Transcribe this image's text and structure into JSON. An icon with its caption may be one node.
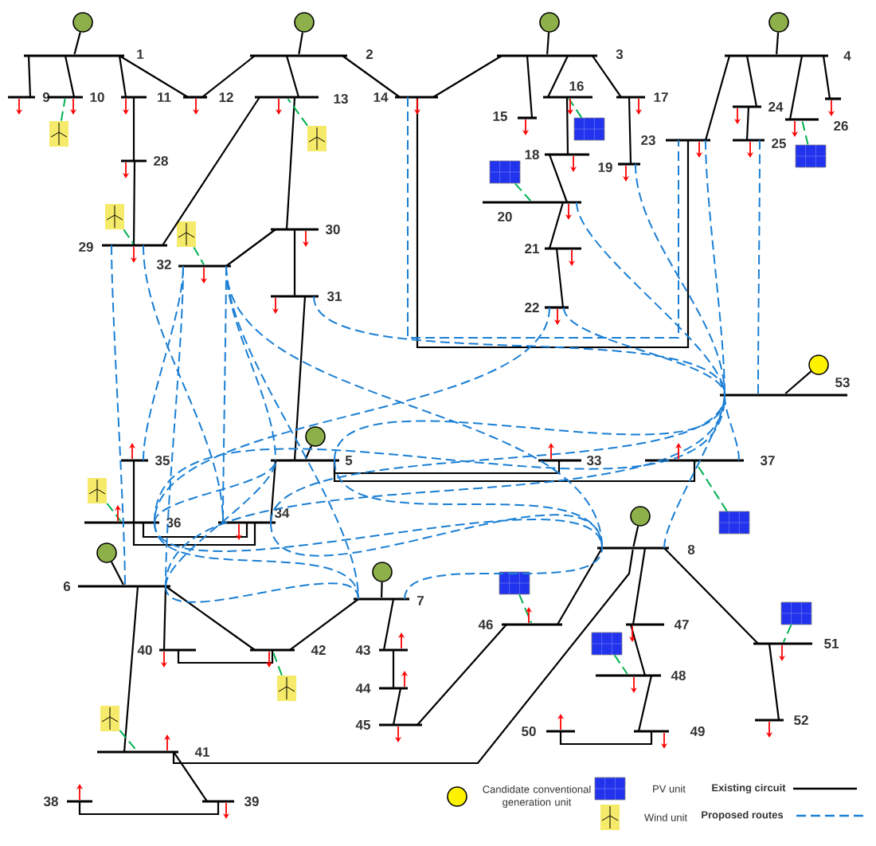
{
  "diagram": {
    "nodes": [
      {
        "text": [],
        "shape": "circle"
      },
      {
        "text": [],
        "shape": "circle"
      },
      {
        "text": [],
        "shape": "circle"
      },
      {
        "text": [],
        "shape": "circle"
      },
      {
        "text": [
          "1"
        ]
      },
      {
        "text": [
          "2"
        ]
      },
      {
        "text": [
          "3"
        ]
      },
      {
        "text": [
          "4"
        ]
      },
      {
        "text": [
          "9"
        ]
      },
      {
        "text": [
          "10"
        ]
      },
      {
        "text": [
          "11"
        ]
      },
      {
        "text": [
          "12"
        ]
      },
      {
        "text": [
          "13"
        ]
      },
      {
        "text": [
          "14"
        ]
      },
      {
        "text": [
          "16"
        ]
      },
      {
        "text": [
          "17"
        ]
      },
      {
        "text": [],
        "shape": "bar"
      },
      {
        "text": [
          "24"
        ]
      },
      {
        "text": [
          "15"
        ]
      },
      {
        "text": [
          "26"
        ]
      },
      {
        "text": [
          "23"
        ]
      },
      {
        "text": [
          "25"
        ]
      },
      {
        "text": [
          "18"
        ]
      },
      {
        "text": [
          "28"
        ]
      },
      {
        "text": [
          "19"
        ]
      },
      {
        "text": [
          "20"
        ]
      },
      {
        "text": [
          "30"
        ]
      },
      {
        "text": [
          "29"
        ]
      },
      {
        "text": [
          "21"
        ]
      },
      {
        "text": [
          "32"
        ]
      },
      {
        "text": [
          "31"
        ]
      },
      {
        "text": [
          "22"
        ]
      },
      {
        "text": [],
        "shape": "circle"
      },
      {
        "text": [
          "53"
        ]
      },
      {
        "text": [],
        "shape": "circle"
      },
      {
        "text": [
          "5"
        ]
      },
      {
        "text": [
          "35"
        ]
      },
      {
        "text": [
          "33"
        ]
      },
      {
        "text": [
          "37"
        ]
      },
      {
        "text": [
          "36"
        ]
      },
      {
        "text": [
          "34"
        ]
      },
      {
        "text": [],
        "shape": "circle"
      },
      {
        "text": [
          "8"
        ]
      },
      {
        "text": [],
        "shape": "circle"
      },
      {
        "text": [
          "6"
        ]
      },
      {
        "text": [],
        "shape": "circle"
      },
      {
        "text": [
          "7"
        ]
      },
      {
        "text": [
          "46"
        ]
      },
      {
        "text": [
          "47"
        ]
      },
      {
        "text": [
          "40"
        ]
      },
      {
        "text": [
          "42"
        ]
      },
      {
        "text": [
          "43"
        ]
      },
      {
        "text": [
          "51"
        ]
      },
      {
        "text": [
          "48"
        ]
      },
      {
        "text": [
          "44"
        ]
      },
      {
        "text": [
          "52"
        ]
      },
      {
        "text": [
          "45"
        ]
      },
      {
        "text": [
          "49"
        ]
      },
      {
        "text": [
          "50"
        ]
      },
      {
        "text": [
          "41"
        ]
      },
      {
        "text": [
          "38"
        ]
      },
      {
        "text": [
          "39"
        ]
      },
      {
        "text": [],
        "shape": "box"
      },
      {
        "text": [],
        "shape": "box"
      },
      {
        "text": [],
        "shape": "box"
      },
      {
        "text": [],
        "shape": "box"
      },
      {
        "text": [],
        "shape": "box"
      },
      {
        "text": [],
        "shape": "box"
      },
      {
        "text": [],
        "shape": "box"
      },
      {
        "text": [],
        "shape": "picture"
      },
      {
        "text": [],
        "shape": "picture"
      },
      {
        "text": [],
        "shape": "picture"
      },
      {
        "text": [],
        "shape": "picture"
      },
      {
        "text": [],
        "shape": "picture"
      },
      {
        "text": [],
        "shape": "picture"
      },
      {
        "text": [],
        "shape": "picture"
      }
    ],
    "edges": [
      {
        "from": 0,
        "to": 4,
        "arrow": "none"
      },
      {
        "from": 1,
        "to": 5,
        "arrow": "none"
      },
      {
        "from": 2,
        "to": 6,
        "arrow": "none"
      },
      {
        "from": 3,
        "to": 7,
        "arrow": "none"
      },
      {
        "from": 32,
        "to": 33,
        "arrow": "none"
      },
      {
        "from": 34,
        "to": 35,
        "arrow": "none"
      },
      {
        "from": 41,
        "to": 42,
        "arrow": "none"
      },
      {
        "from": 43,
        "to": 44,
        "arrow": "none"
      },
      {
        "from": 45,
        "to": 46,
        "arrow": "none"
      },
      {
        "from": 4,
        "to": 8,
        "arrow": "none"
      },
      {
        "from": 4,
        "to": 9,
        "arrow": "none"
      },
      {
        "from": 4,
        "to": 10,
        "arrow": "none"
      },
      {
        "from": 4,
        "to": 11,
        "arrow": "none"
      },
      {
        "from": 5,
        "to": 11,
        "arrow": "none"
      },
      {
        "from": 5,
        "to": 12,
        "arrow": "none"
      },
      {
        "from": 5,
        "to": 13,
        "arrow": "none"
      },
      {
        "from": 6,
        "to": 13,
        "arrow": "none"
      },
      {
        "from": 13,
        "to": 20,
        "arrow": "none"
      },
      {
        "from": 6,
        "to": 18,
        "arrow": "none"
      },
      {
        "from": 6,
        "to": 14,
        "arrow": "none"
      },
      {
        "from": 6,
        "to": 15,
        "arrow": "none"
      },
      {
        "from": 15,
        "to": 24,
        "arrow": "none"
      },
      {
        "from": 14,
        "to": 22,
        "arrow": "none"
      },
      {
        "from": 22,
        "to": 25,
        "arrow": "none"
      },
      {
        "from": 25,
        "to": 28,
        "arrow": "none"
      },
      {
        "from": 28,
        "to": 31,
        "arrow": "none"
      },
      {
        "from": 7,
        "to": 20,
        "arrow": "none"
      },
      {
        "from": 7,
        "to": 17,
        "arrow": "none"
      },
      {
        "from": 17,
        "to": 21,
        "arrow": "none"
      },
      {
        "from": 7,
        "to": 19,
        "arrow": "none"
      },
      {
        "from": 7,
        "to": 16,
        "arrow": "none"
      },
      {
        "from": 10,
        "to": 23,
        "arrow": "none"
      },
      {
        "from": 23,
        "to": 27,
        "arrow": "none"
      },
      {
        "from": 12,
        "to": 27,
        "arrow": "none"
      },
      {
        "from": 12,
        "to": 26,
        "arrow": "none"
      },
      {
        "from": 26,
        "to": 29,
        "arrow": "none"
      },
      {
        "from": 26,
        "to": 30,
        "arrow": "none"
      },
      {
        "from": 30,
        "to": 35,
        "arrow": "none"
      },
      {
        "from": 35,
        "to": 37,
        "arrow": "none"
      },
      {
        "from": 35,
        "to": 38,
        "arrow": "none"
      },
      {
        "from": 35,
        "to": 40,
        "arrow": "none"
      },
      {
        "from": 36,
        "to": 40,
        "arrow": "none"
      },
      {
        "from": 39,
        "to": 40,
        "arrow": "none"
      },
      {
        "from": 44,
        "to": 49,
        "arrow": "none"
      },
      {
        "from": 44,
        "to": 50,
        "arrow": "none"
      },
      {
        "from": 49,
        "to": 50,
        "arrow": "none"
      },
      {
        "from": 46,
        "to": 50,
        "arrow": "none"
      },
      {
        "from": 44,
        "to": 59,
        "arrow": "none"
      },
      {
        "from": 59,
        "to": 61,
        "arrow": "none"
      },
      {
        "from": 60,
        "to": 61,
        "arrow": "none"
      },
      {
        "from": 59,
        "to": 42,
        "arrow": "none"
      },
      {
        "from": 46,
        "to": 51,
        "arrow": "none"
      },
      {
        "from": 51,
        "to": 54,
        "arrow": "none"
      },
      {
        "from": 54,
        "to": 56,
        "arrow": "none"
      },
      {
        "from": 56,
        "to": 47,
        "arrow": "none"
      },
      {
        "from": 47,
        "to": 42,
        "arrow": "none"
      },
      {
        "from": 42,
        "to": 48,
        "arrow": "none"
      },
      {
        "from": 48,
        "to": 53,
        "arrow": "none"
      },
      {
        "from": 53,
        "to": 57,
        "arrow": "none"
      },
      {
        "from": 57,
        "to": 58,
        "arrow": "none"
      },
      {
        "from": 42,
        "to": 52,
        "arrow": "none"
      },
      {
        "from": 52,
        "to": 55,
        "arrow": "none"
      },
      {
        "from": 62,
        "to": 14,
        "arrow": "none",
        "style": "dashed",
        "color": "#00b050"
      },
      {
        "from": 63,
        "to": 25,
        "arrow": "none",
        "style": "dashed",
        "color": "#00b050"
      },
      {
        "from": 64,
        "to": 19,
        "arrow": "none",
        "style": "dashed",
        "color": "#00b050"
      },
      {
        "from": 65,
        "to": 38,
        "arrow": "none",
        "style": "dashed",
        "color": "#00b050"
      },
      {
        "from": 66,
        "to": 47,
        "arrow": "none",
        "style": "dashed",
        "color": "#00b050"
      },
      {
        "from": 67,
        "to": 53,
        "arrow": "none",
        "style": "dashed",
        "color": "#00b050"
      },
      {
        "from": 68,
        "to": 52,
        "arrow": "none",
        "style": "dashed",
        "color": "#00b050"
      },
      {
        "from": 69,
        "to": 9,
        "arrow": "none",
        "style": "dashed",
        "color": "#00b050"
      },
      {
        "from": 70,
        "to": 12,
        "arrow": "none",
        "style": "dashed",
        "color": "#00b050"
      },
      {
        "from": 71,
        "to": 27,
        "arrow": "none",
        "style": "dashed",
        "color": "#00b050"
      },
      {
        "from": 72,
        "to": 29,
        "arrow": "none",
        "style": "dashed",
        "color": "#00b050"
      },
      {
        "from": 73,
        "to": 39,
        "arrow": "none",
        "style": "dashed",
        "color": "#00b050"
      },
      {
        "from": 74,
        "to": 50,
        "arrow": "none",
        "style": "dashed",
        "color": "#00b050"
      },
      {
        "from": 75,
        "to": 59,
        "arrow": "none",
        "style": "dashed",
        "color": "#00b050"
      },
      {
        "from": 13,
        "to": 20,
        "arrow": "none",
        "style": "dashed",
        "color": "#1a7fd4"
      },
      {
        "from": 24,
        "to": 33,
        "arrow": "none",
        "style": "dashed",
        "color": "#1a7fd4"
      },
      {
        "from": 25,
        "to": 33,
        "arrow": "none",
        "style": "dashed",
        "color": "#1a7fd4"
      },
      {
        "from": 20,
        "to": 33,
        "arrow": "none",
        "style": "dashed",
        "color": "#1a7fd4"
      },
      {
        "from": 21,
        "to": 33,
        "arrow": "none",
        "style": "dashed",
        "color": "#1a7fd4"
      },
      {
        "from": 31,
        "to": 33,
        "arrow": "none",
        "style": "dashed",
        "color": "#1a7fd4"
      },
      {
        "from": 31,
        "to": 39,
        "arrow": "none",
        "style": "dashed",
        "color": "#1a7fd4"
      },
      {
        "from": 27,
        "to": 40,
        "arrow": "none",
        "style": "dashed",
        "color": "#1a7fd4"
      },
      {
        "from": 27,
        "to": 44,
        "arrow": "none",
        "style": "dashed",
        "color": "#1a7fd4"
      },
      {
        "from": 29,
        "to": 44,
        "arrow": "none",
        "style": "dashed",
        "color": "#1a7fd4"
      },
      {
        "from": 29,
        "to": 35,
        "arrow": "none",
        "style": "dashed",
        "color": "#1a7fd4"
      },
      {
        "from": 29,
        "to": 40,
        "arrow": "none",
        "style": "dashed",
        "color": "#1a7fd4"
      },
      {
        "from": 29,
        "to": 46,
        "arrow": "none",
        "style": "dashed",
        "color": "#1a7fd4"
      },
      {
        "from": 29,
        "to": 42,
        "arrow": "none",
        "style": "dashed",
        "color": "#1a7fd4"
      },
      {
        "from": 30,
        "to": 33,
        "arrow": "none",
        "style": "dashed",
        "color": "#1a7fd4"
      },
      {
        "from": 35,
        "to": 33,
        "arrow": "none",
        "style": "dashed",
        "color": "#1a7fd4"
      },
      {
        "from": 38,
        "to": 33,
        "arrow": "none",
        "style": "dashed",
        "color": "#1a7fd4"
      },
      {
        "from": 42,
        "to": 33,
        "arrow": "none",
        "style": "dashed",
        "color": "#1a7fd4"
      },
      {
        "from": 44,
        "to": 33,
        "arrow": "none",
        "style": "dashed",
        "color": "#1a7fd4"
      },
      {
        "from": 39,
        "to": 33,
        "arrow": "none",
        "style": "dashed",
        "color": "#1a7fd4"
      },
      {
        "from": 40,
        "to": 33,
        "arrow": "none",
        "style": "dashed",
        "color": "#1a7fd4"
      },
      {
        "from": 44,
        "to": 46,
        "arrow": "none",
        "style": "dashed",
        "color": "#1a7fd4"
      },
      {
        "from": 39,
        "to": 46,
        "arrow": "none",
        "style": "dashed",
        "color": "#1a7fd4"
      },
      {
        "from": 44,
        "to": 35,
        "arrow": "none",
        "style": "dashed",
        "color": "#1a7fd4"
      },
      {
        "from": 36,
        "to": 29,
        "arrow": "none",
        "style": "dashed",
        "color": "#1a7fd4"
      },
      {
        "from": 40,
        "to": 42,
        "arrow": "none",
        "style": "dashed",
        "color": "#1a7fd4"
      },
      {
        "from": 39,
        "to": 42,
        "arrow": "none",
        "style": "dashed",
        "color": "#1a7fd4"
      },
      {
        "from": 46,
        "to": 42,
        "arrow": "none",
        "style": "dashed",
        "color": "#1a7fd4"
      },
      {
        "from": 35,
        "to": 42,
        "arrow": "none",
        "style": "dashed",
        "color": "#1a7fd4"
      },
      {
        "from": 39,
        "to": 35,
        "arrow": "none",
        "style": "dashed",
        "color": "#1a7fd4"
      }
    ],
    "legend": [
      {
        "text": "Candidate conventional generation unit"
      },
      {
        "text": "PV unit"
      },
      {
        "text": "Existing circuit"
      },
      {
        "text": "Wind unit"
      },
      {
        "text": "Proposed routes"
      }
    ]
  }
}
